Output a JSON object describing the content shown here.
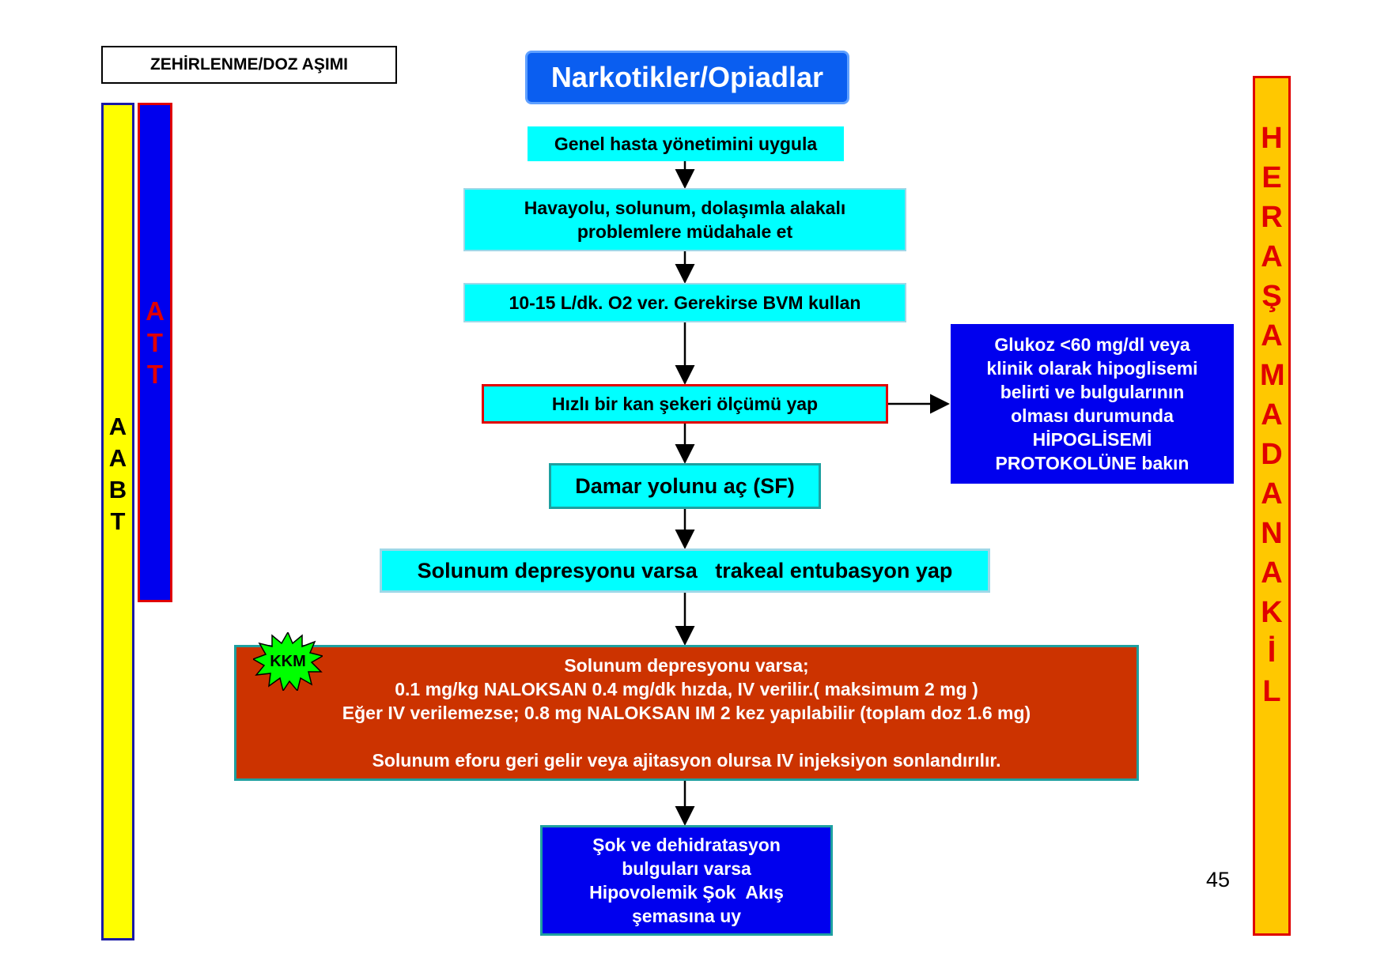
{
  "header": {
    "label": "ZEHİRLENME/DOZ AŞIMI"
  },
  "title": "Narkotikler/Opiadlar",
  "side_bars": {
    "left_outer": "A A B T",
    "left_inner": "A T T",
    "right": "H E R   A Ş A M A D A   N A K İ L"
  },
  "flow": {
    "step1": "Genel hasta yönetimini uygula",
    "step2_line1": "Havayolu, solunum, dolaşımla alakalı",
    "step2_line2": "problemlere müdahale et",
    "step3": "10-15 L/dk. O2 ver. Gerekirse BVM kullan",
    "step4": "Hızlı bir kan şekeri ölçümü yap",
    "side_line1": "Glukoz <60 mg/dl veya",
    "side_line2": "klinik olarak hipoglisemi",
    "side_line3": "belirti ve bulgularının",
    "side_line4": "olması durumunda",
    "side_line5": "HİPOGLİSEMİ",
    "side_line6": "PROTOKOLÜNE bakın",
    "step5": "Damar yolunu aç (SF)",
    "step6": "Solunum depresyonu varsa   trakeal entubasyon yap",
    "step7_line1": "Solunum depresyonu varsa;",
    "step7_line2": "0.1 mg/kg NALOKSAN 0.4 mg/dk hızda, IV verilir.( maksimum 2 mg )",
    "step7_line3": "Eğer IV verilemezse; 0.8 mg NALOKSAN IM 2 kez yapılabilir (toplam doz 1.6 mg)",
    "step7_line4": "Solunum eforu geri gelir veya ajitasyon olursa IV injeksiyon sonlandırılır.",
    "step8_line1": "Şok ve dehidratasyon",
    "step8_line2": "bulguları varsa",
    "step8_line3": "Hipovolemik Şok  Akış",
    "step8_line4": "şemasına uy"
  },
  "badge": {
    "label": "KKM"
  },
  "page_number": "45",
  "colors": {
    "cyan": "#00ffff",
    "blue": "#0000ee",
    "title_blue": "#0a5ef0",
    "yellow": "#ffff00",
    "orange": "#ffc800",
    "brick": "#cc3300",
    "red": "#e00000",
    "star_green": "#00ff00"
  }
}
